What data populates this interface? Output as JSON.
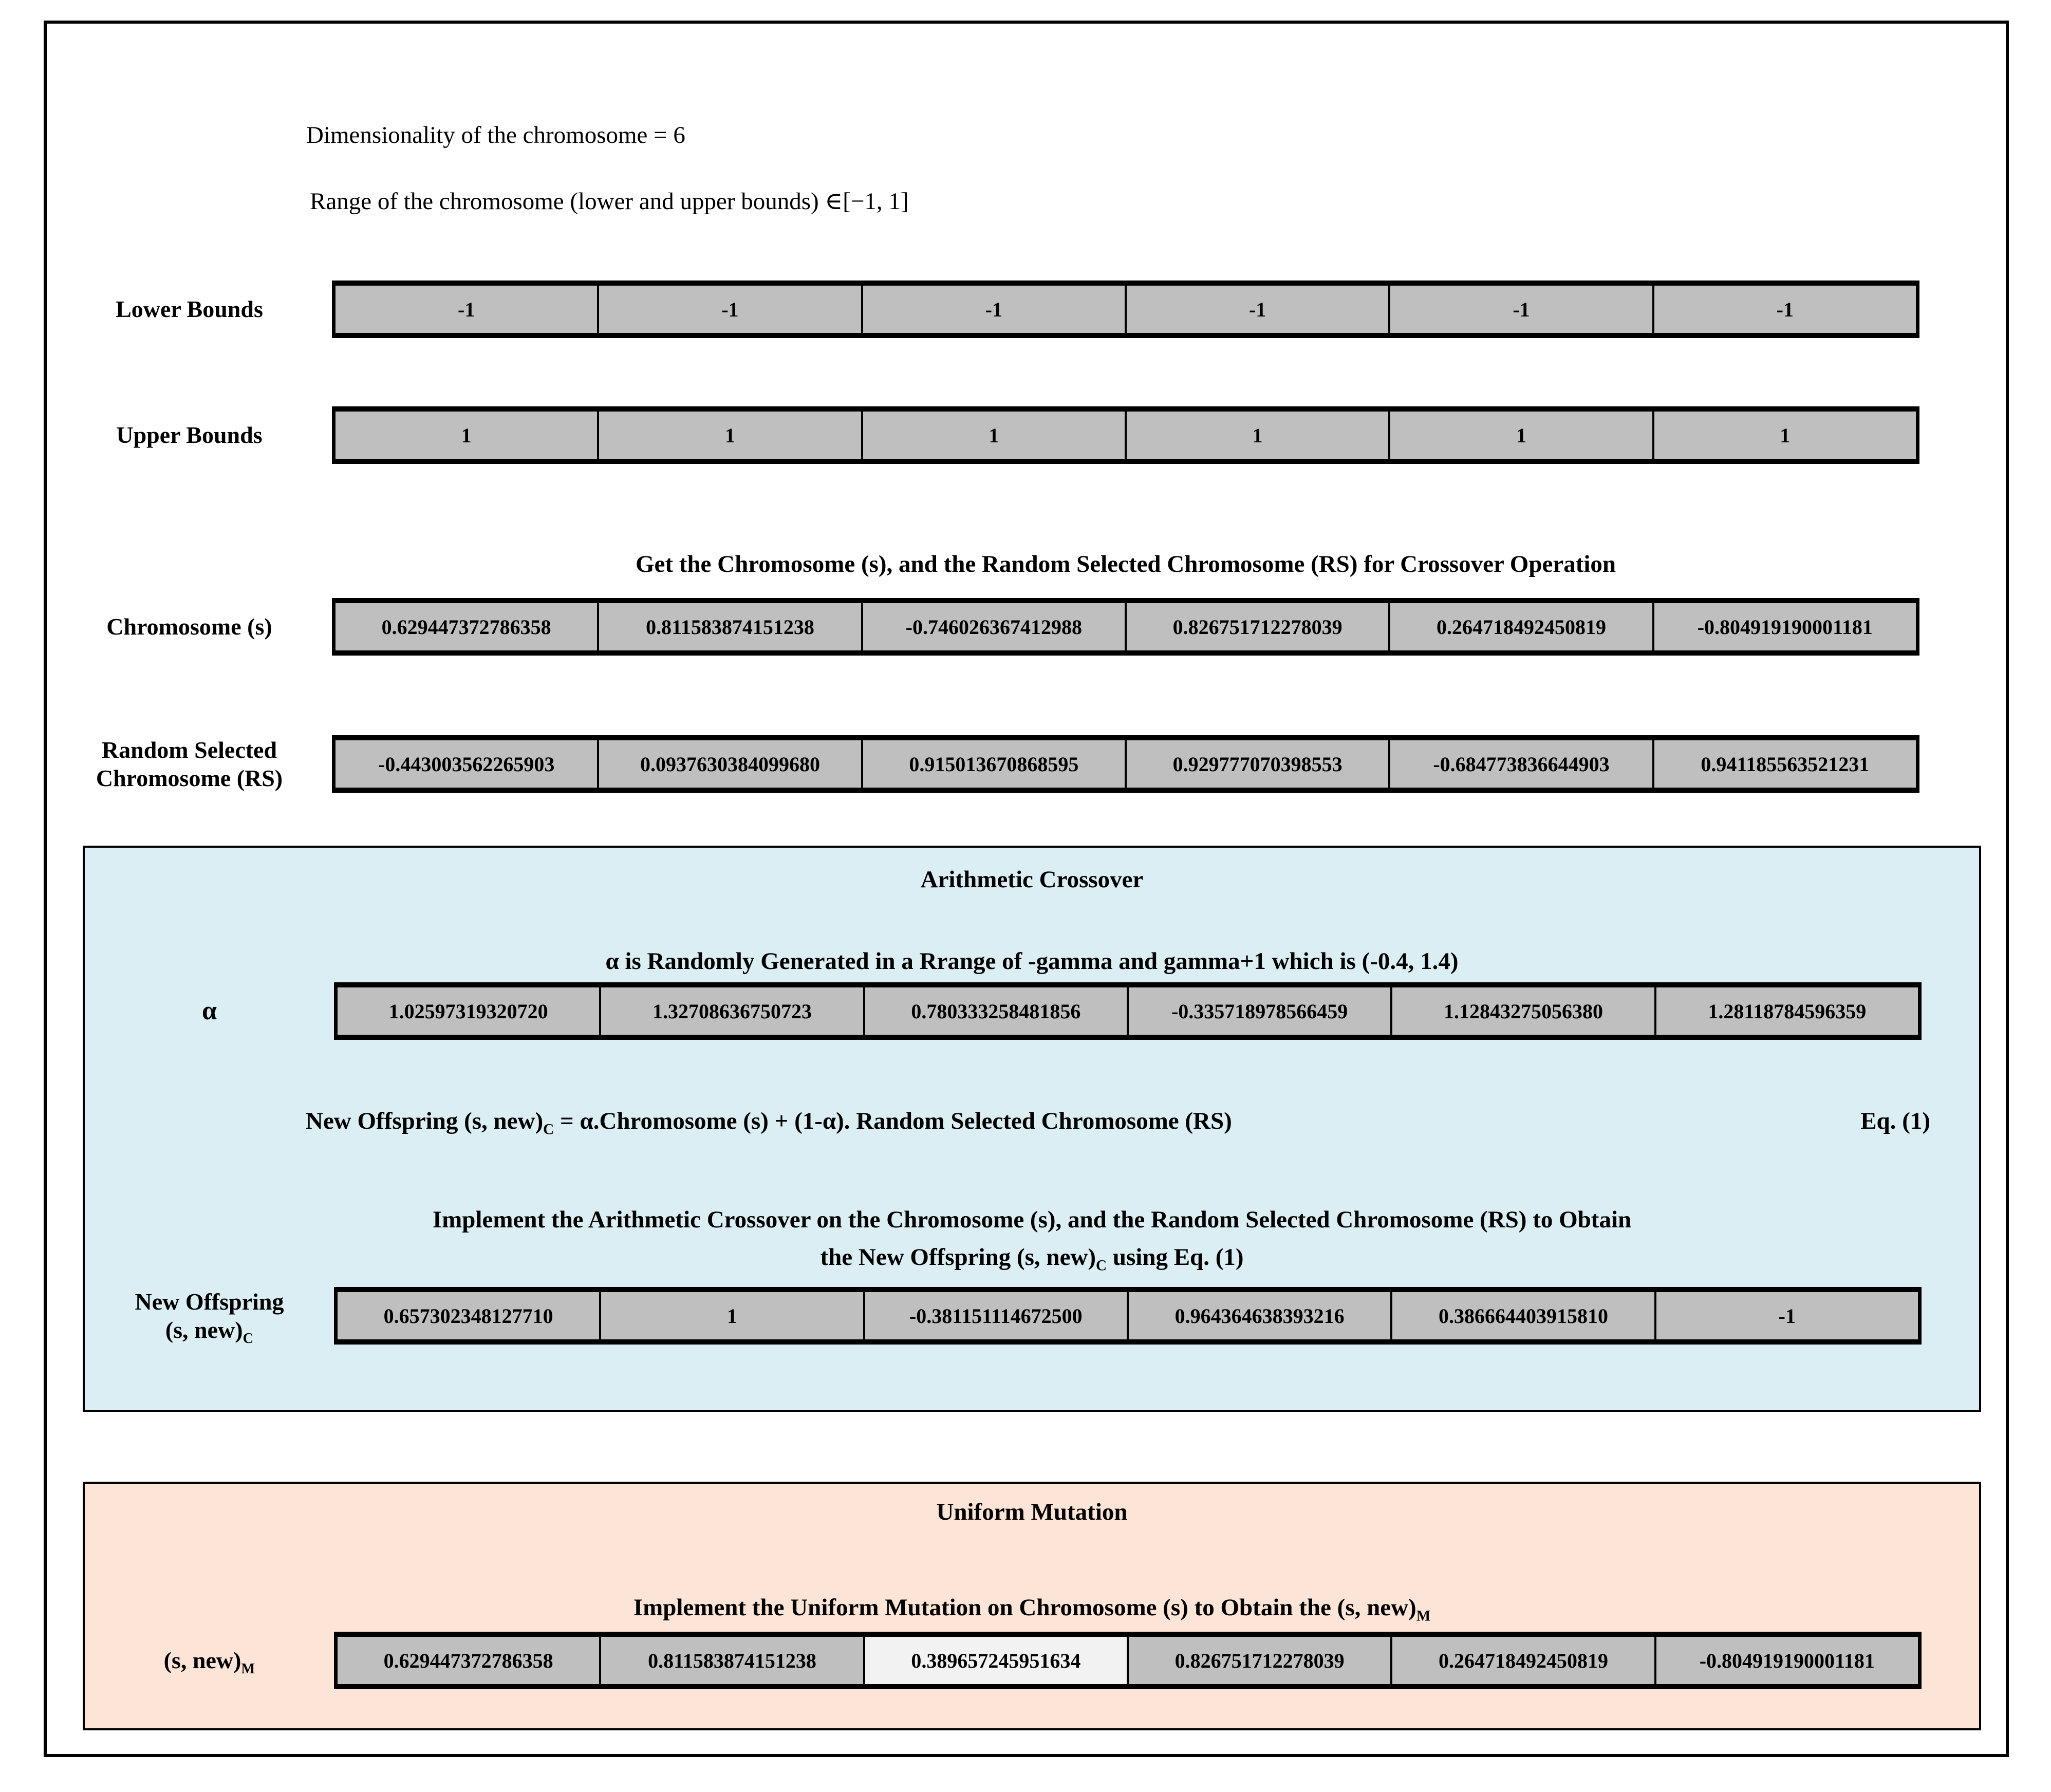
{
  "colors": {
    "cell_bg": "#bfbfbf",
    "highlight_bg": "#f2f2f2",
    "crossover_bg": "#daeef3",
    "mutation_bg": "#fce4d6"
  },
  "intro": {
    "line1": "Dimensionality of the chromosome = 6",
    "line2": "Range of the chromosome (lower and upper bounds) ∈[−1, 1]"
  },
  "headings": {
    "get_chromosome": "Get the Chromosome (s), and  the Random Selected Chromosome (RS) for Crossover Operation",
    "crossover_title": "Arithmetic Crossover",
    "alpha_text": "α is Randomly Generated in a Rrange of -gamma and gamma+1 which is (-0.4, 1.4)",
    "eq_pre": "New Offspring (s, new)",
    "eq_sub": "C",
    "eq_post": " = α.Chromosome (s) + (1-α). Random Selected Chromosome (RS)",
    "eq_label": "Eq. (1)",
    "implement_line1": "Implement the Arithmetic Crossover on the Chromosome (s), and the Random Selected Chromosome (RS) to Obtain",
    "implement_line2_pre": "the New Offspring (s, new)",
    "implement_line2_sub": "C",
    "implement_line2_post": " using Eq. (1)",
    "mutation_title": "Uniform Mutation",
    "mutation_text_pre": "Implement the Uniform Mutation on Chromosome (s) to Obtain the (s, new)",
    "mutation_text_sub": "M"
  },
  "rows": {
    "lower_bounds": {
      "label": "Lower Bounds",
      "values": [
        "-1",
        "-1",
        "-1",
        "-1",
        "-1",
        "-1"
      ]
    },
    "upper_bounds": {
      "label": "Upper Bounds",
      "values": [
        "1",
        "1",
        "1",
        "1",
        "1",
        "1"
      ]
    },
    "chromosome": {
      "label": "Chromosome (s)",
      "values": [
        "0.629447372786358",
        "0.811583874151238",
        "-0.746026367412988",
        "0.826751712278039",
        "0.264718492450819",
        "-0.804919190001181"
      ]
    },
    "random_selected": {
      "label_line1": "Random Selected",
      "label_line2": "Chromosome (RS)",
      "values": [
        "-0.443003562265903",
        "0.0937630384099680",
        "0.915013670868595",
        "0.929777070398553",
        "-0.684773836644903",
        "0.941185563521231"
      ]
    },
    "alpha": {
      "label": "α",
      "values": [
        "1.02597319320720",
        "1.32708636750723",
        "0.780333258481856",
        "-0.335718978566459",
        "1.12843275056380",
        "1.28118784596359"
      ]
    },
    "new_offspring": {
      "label_line1": "New Offspring",
      "label_line2_main": "(s, new)",
      "label_line2_sub": "C",
      "values": [
        "0.657302348127710",
        "1",
        "-0.381151114672500",
        "0.964364638393216",
        "0.386664403915810",
        "-1"
      ]
    },
    "mutated": {
      "label_main": "(s, new)",
      "label_sub": "M",
      "highlight_index": 2,
      "values": [
        "0.629447372786358",
        "0.811583874151238",
        "0.389657245951634",
        "0.826751712278039",
        "0.264718492450819",
        "-0.804919190001181"
      ]
    }
  }
}
